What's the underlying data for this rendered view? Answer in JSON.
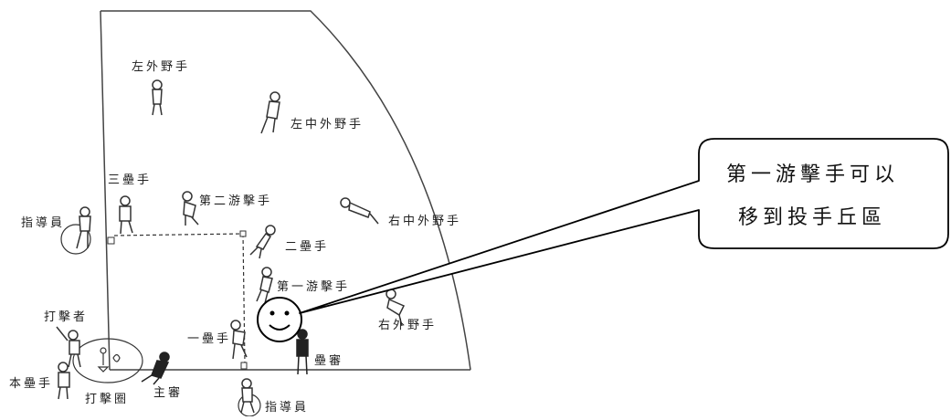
{
  "labels": {
    "left_fielder": "左外野手",
    "left_center_fielder": "左中外野手",
    "right_center_fielder": "右中外野手",
    "right_fielder": "右外野手",
    "third_baseman": "三壘手",
    "second_shortstop": "第二游擊手",
    "second_baseman": "二壘手",
    "first_shortstop": "第一游擊手",
    "first_baseman": "一壘手",
    "coach_left": "指導員",
    "coach_bottom": "指導員",
    "batter": "打擊者",
    "home_baseman": "本壘手",
    "batting_circle": "打擊圈",
    "home_umpire": "主審",
    "base_umpire": "壘審"
  },
  "callout": {
    "line1": "第一游擊手可以",
    "line2": "移到投手丘區"
  }
}
